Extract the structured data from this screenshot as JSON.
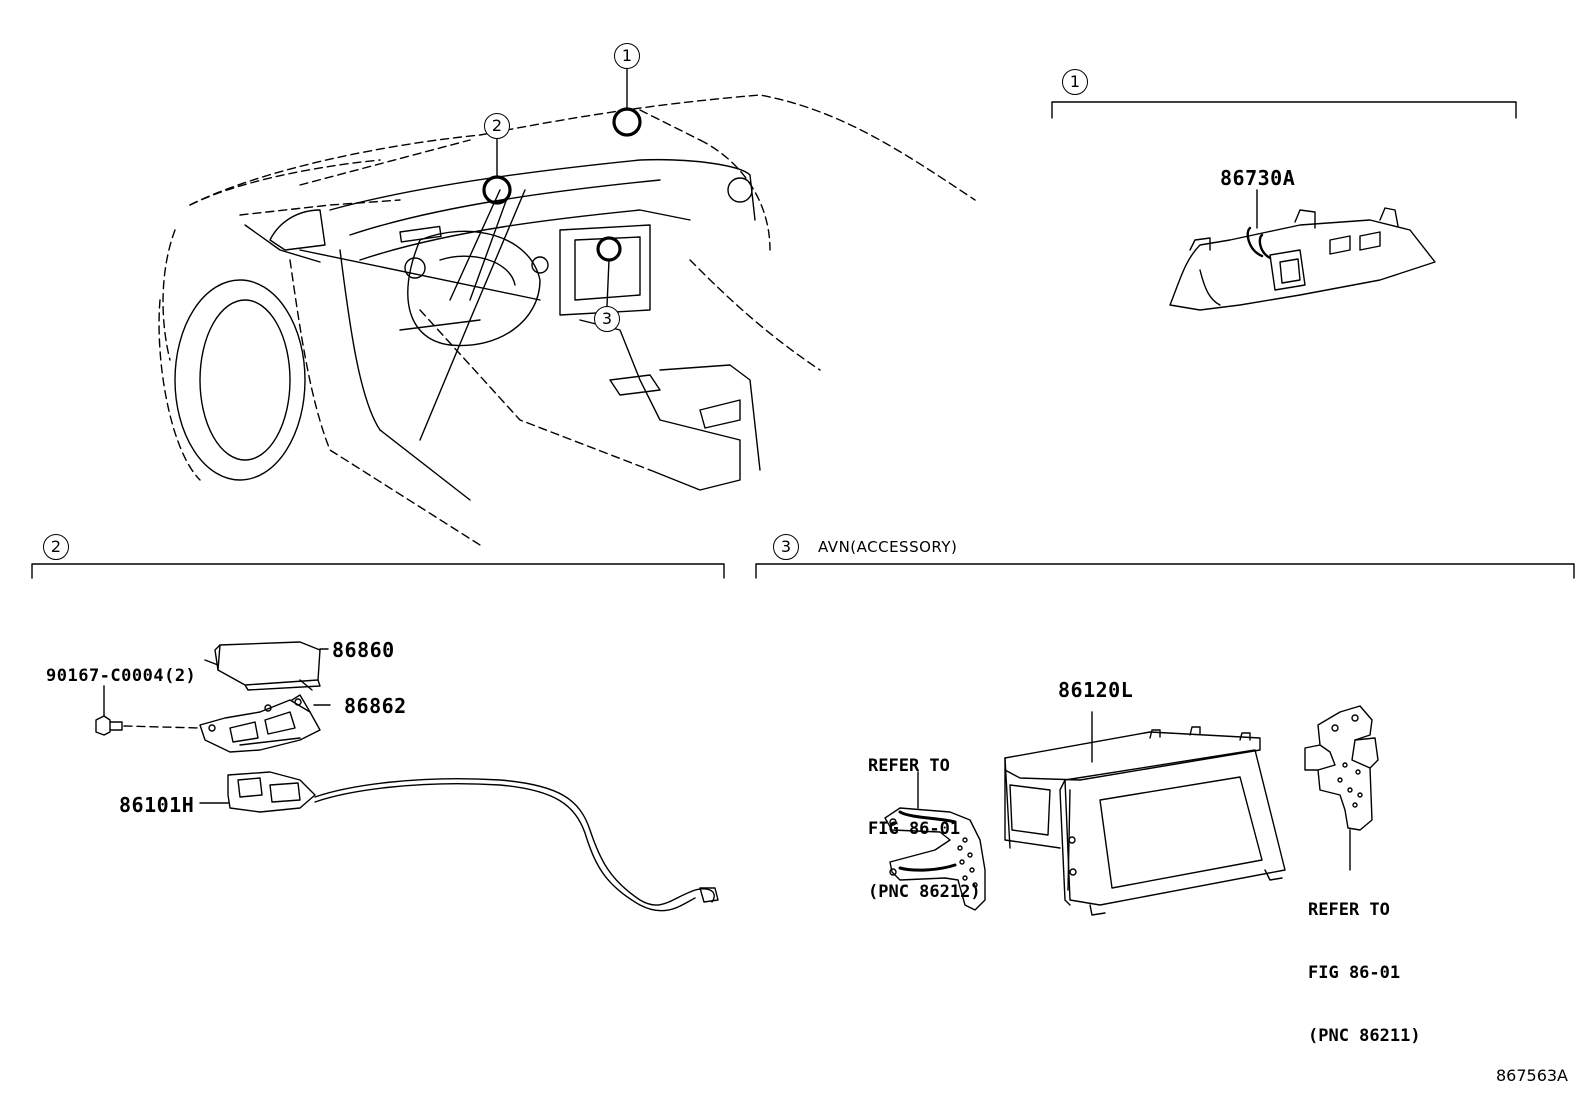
{
  "overview": {
    "callouts": [
      "1",
      "2",
      "3"
    ]
  },
  "section1": {
    "callout": "1",
    "parts": {
      "sensor": "86730A"
    }
  },
  "section2": {
    "callout": "2",
    "parts": {
      "module": "86860",
      "bracket": "86862",
      "bolt": "90167-C0004(2)",
      "harness": "86101H"
    }
  },
  "section3": {
    "callout": "3",
    "title": "AVN(ACCESSORY)",
    "parts": {
      "unit": "86120L"
    },
    "refer_left": [
      "REFER TO",
      "FIG 86-01",
      "(PNC 86212)"
    ],
    "refer_right": [
      "REFER TO",
      "FIG 86-01",
      "(PNC 86211)"
    ]
  },
  "figure_id": "867563A"
}
